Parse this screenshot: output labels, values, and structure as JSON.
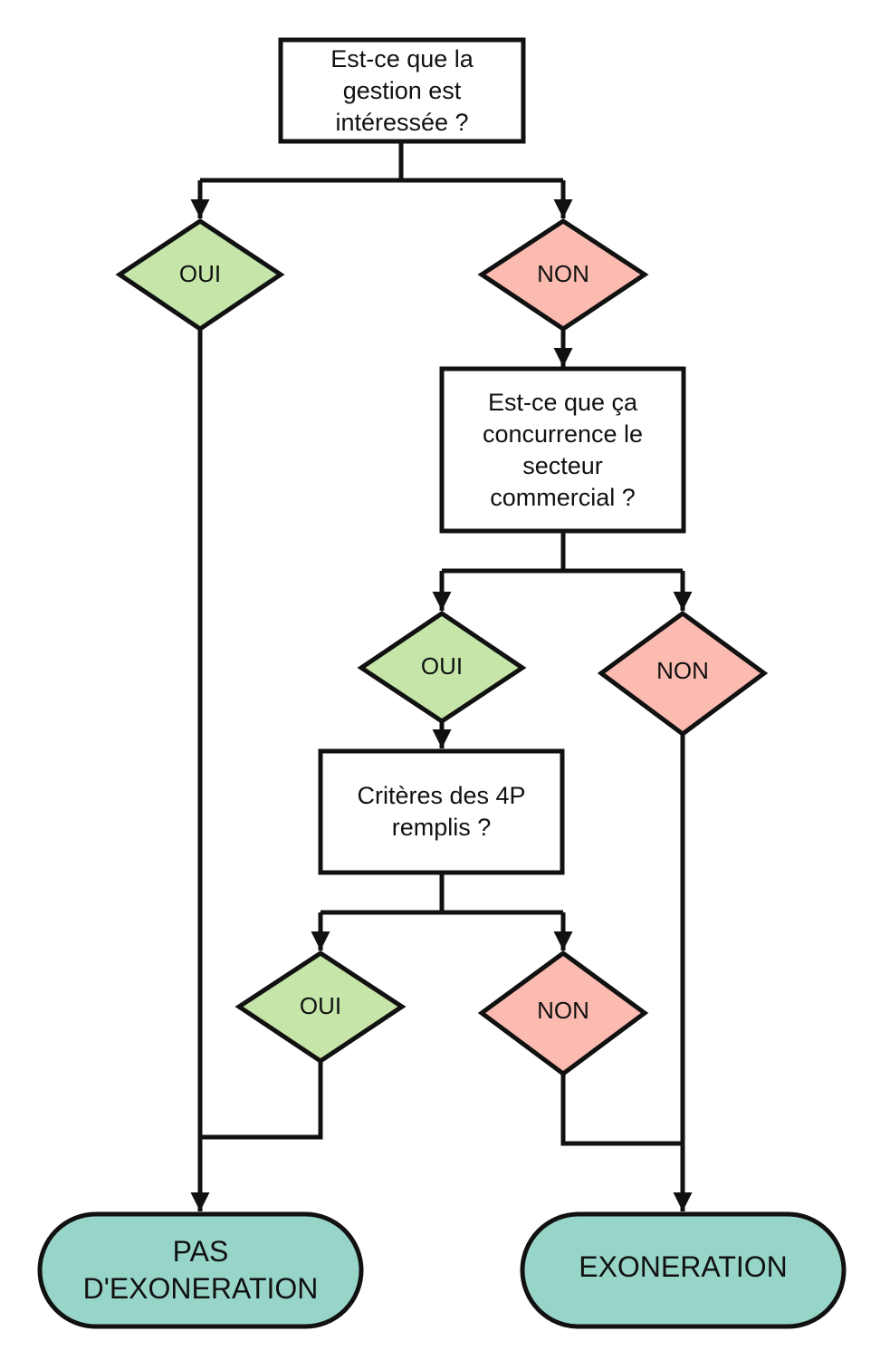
{
  "colors": {
    "stroke": "#111111",
    "question_fill": "#ffffff",
    "yes_fill": "#c5e5a9",
    "no_fill": "#fbbbb1",
    "terminal_fill": "#98d5c9"
  },
  "nodes": {
    "q1": {
      "text": "Est-ce que la\ngestion est\nintéressée ?"
    },
    "q1_yes": {
      "text": "OUI"
    },
    "q1_no": {
      "text": "NON"
    },
    "q2": {
      "text": "Est-ce que ça\nconcurrence le\nsecteur\ncommercial ?"
    },
    "q2_yes": {
      "text": "OUI"
    },
    "q2_no": {
      "text": "NON"
    },
    "q3": {
      "text": "Critères des 4P\nremplis ?"
    },
    "q3_yes": {
      "text": "OUI"
    },
    "q3_no": {
      "text": "NON"
    },
    "end_no_exemption": {
      "text": "PAS\nD'EXONERATION"
    },
    "end_exemption": {
      "text": "EXONERATION"
    }
  }
}
